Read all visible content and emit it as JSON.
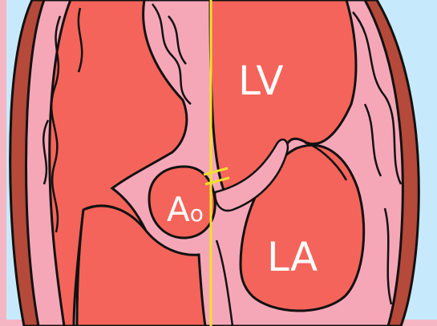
{
  "labels": {
    "lv": "LV",
    "la": "LA",
    "ao_main": "A",
    "ao_sub": "o"
  },
  "colors": {
    "background_blue": "#c6eafc",
    "border_pink": "#f4b6c2",
    "outer_wall": "#b5493a",
    "myocardium": "#f5a7b8",
    "chamber": "#f4645a",
    "outline": "#111111",
    "guide_line": "#f2e02b",
    "label_text": "#ffffff"
  }
}
